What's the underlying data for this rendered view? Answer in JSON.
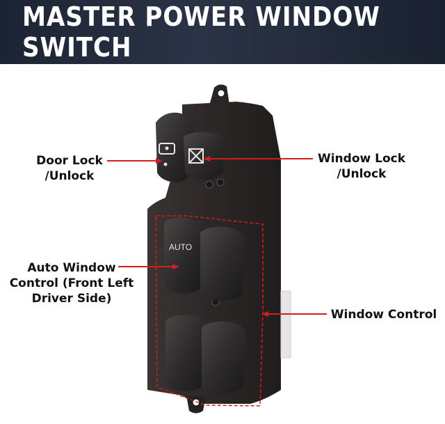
{
  "banner": {
    "title": "MASTER POWER WINDOW SWITCH"
  },
  "button_labels": {
    "auto": "AUTO"
  },
  "callouts": [
    {
      "id": "door-lock",
      "text": "Door Lock\n/Unlock"
    },
    {
      "id": "window-lock",
      "text": "Window Lock\n/Unlock"
    },
    {
      "id": "auto-window",
      "text": "Auto Window\nControl (Front Left\nDriver Side)"
    },
    {
      "id": "window-control",
      "text": "Window Control"
    }
  ],
  "colors": {
    "callout_line": "#d21e1e",
    "banner_bg": "#232b3b",
    "switch_body": "#2a2626"
  }
}
